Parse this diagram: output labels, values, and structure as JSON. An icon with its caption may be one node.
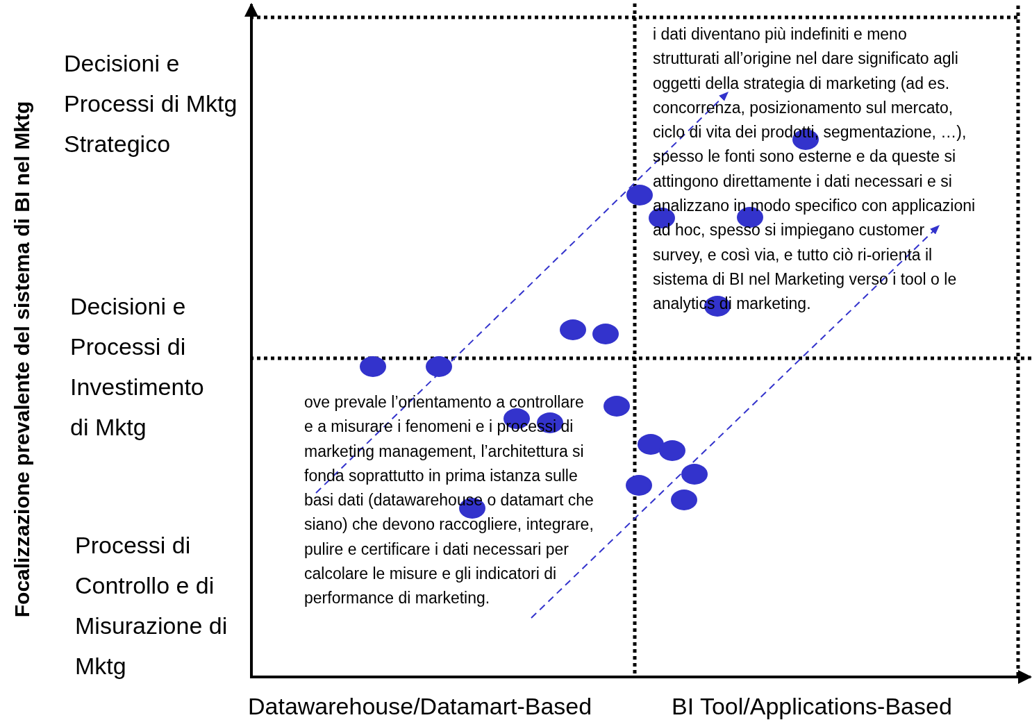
{
  "diagram": {
    "labels": [
      "Focalizzazione prevalente del sistema di BI nel Mktg",
      "Decisioni e Processi di Mktg Strategico",
      "i dati diventano più indefiniti e meno strutturati all’origine nel dare significato agli oggetti della strategia di marketing (ad es. concorrenza, posizionamento sul mercato, ciclo di vita dei prodotti, segmentazione, …), spesso le fonti sono esterne e da queste si attingono direttamente i dati necessari e si analizzano in modo specifico con applicazioni ad hoc, spesso si impiegano customer survey, e così via, e tutto ciò ri-orienta il sistema di BI nel Marketing verso i tool o le analytics di marketing.",
      "Decisioni e Processi di Investimento di Mktg",
      "ove prevale l’orientamento a controllare e a misurare i fenomeni e i processi di marketing management, l’architettura si fonda soprattutto in prima istanza sulle basi dati (datawarehouse o datamart che siano) che devono raccogliere, integrare, pulire e certificare i dati necessari per calcolare le misure e gli indicatori di performance di marketing.",
      "Processi di Controllo e di Misurazione di Mktg",
      "Datawarehouse/Datamart-Based",
      "BI Tool/Applications-Based"
    ]
  }
}
